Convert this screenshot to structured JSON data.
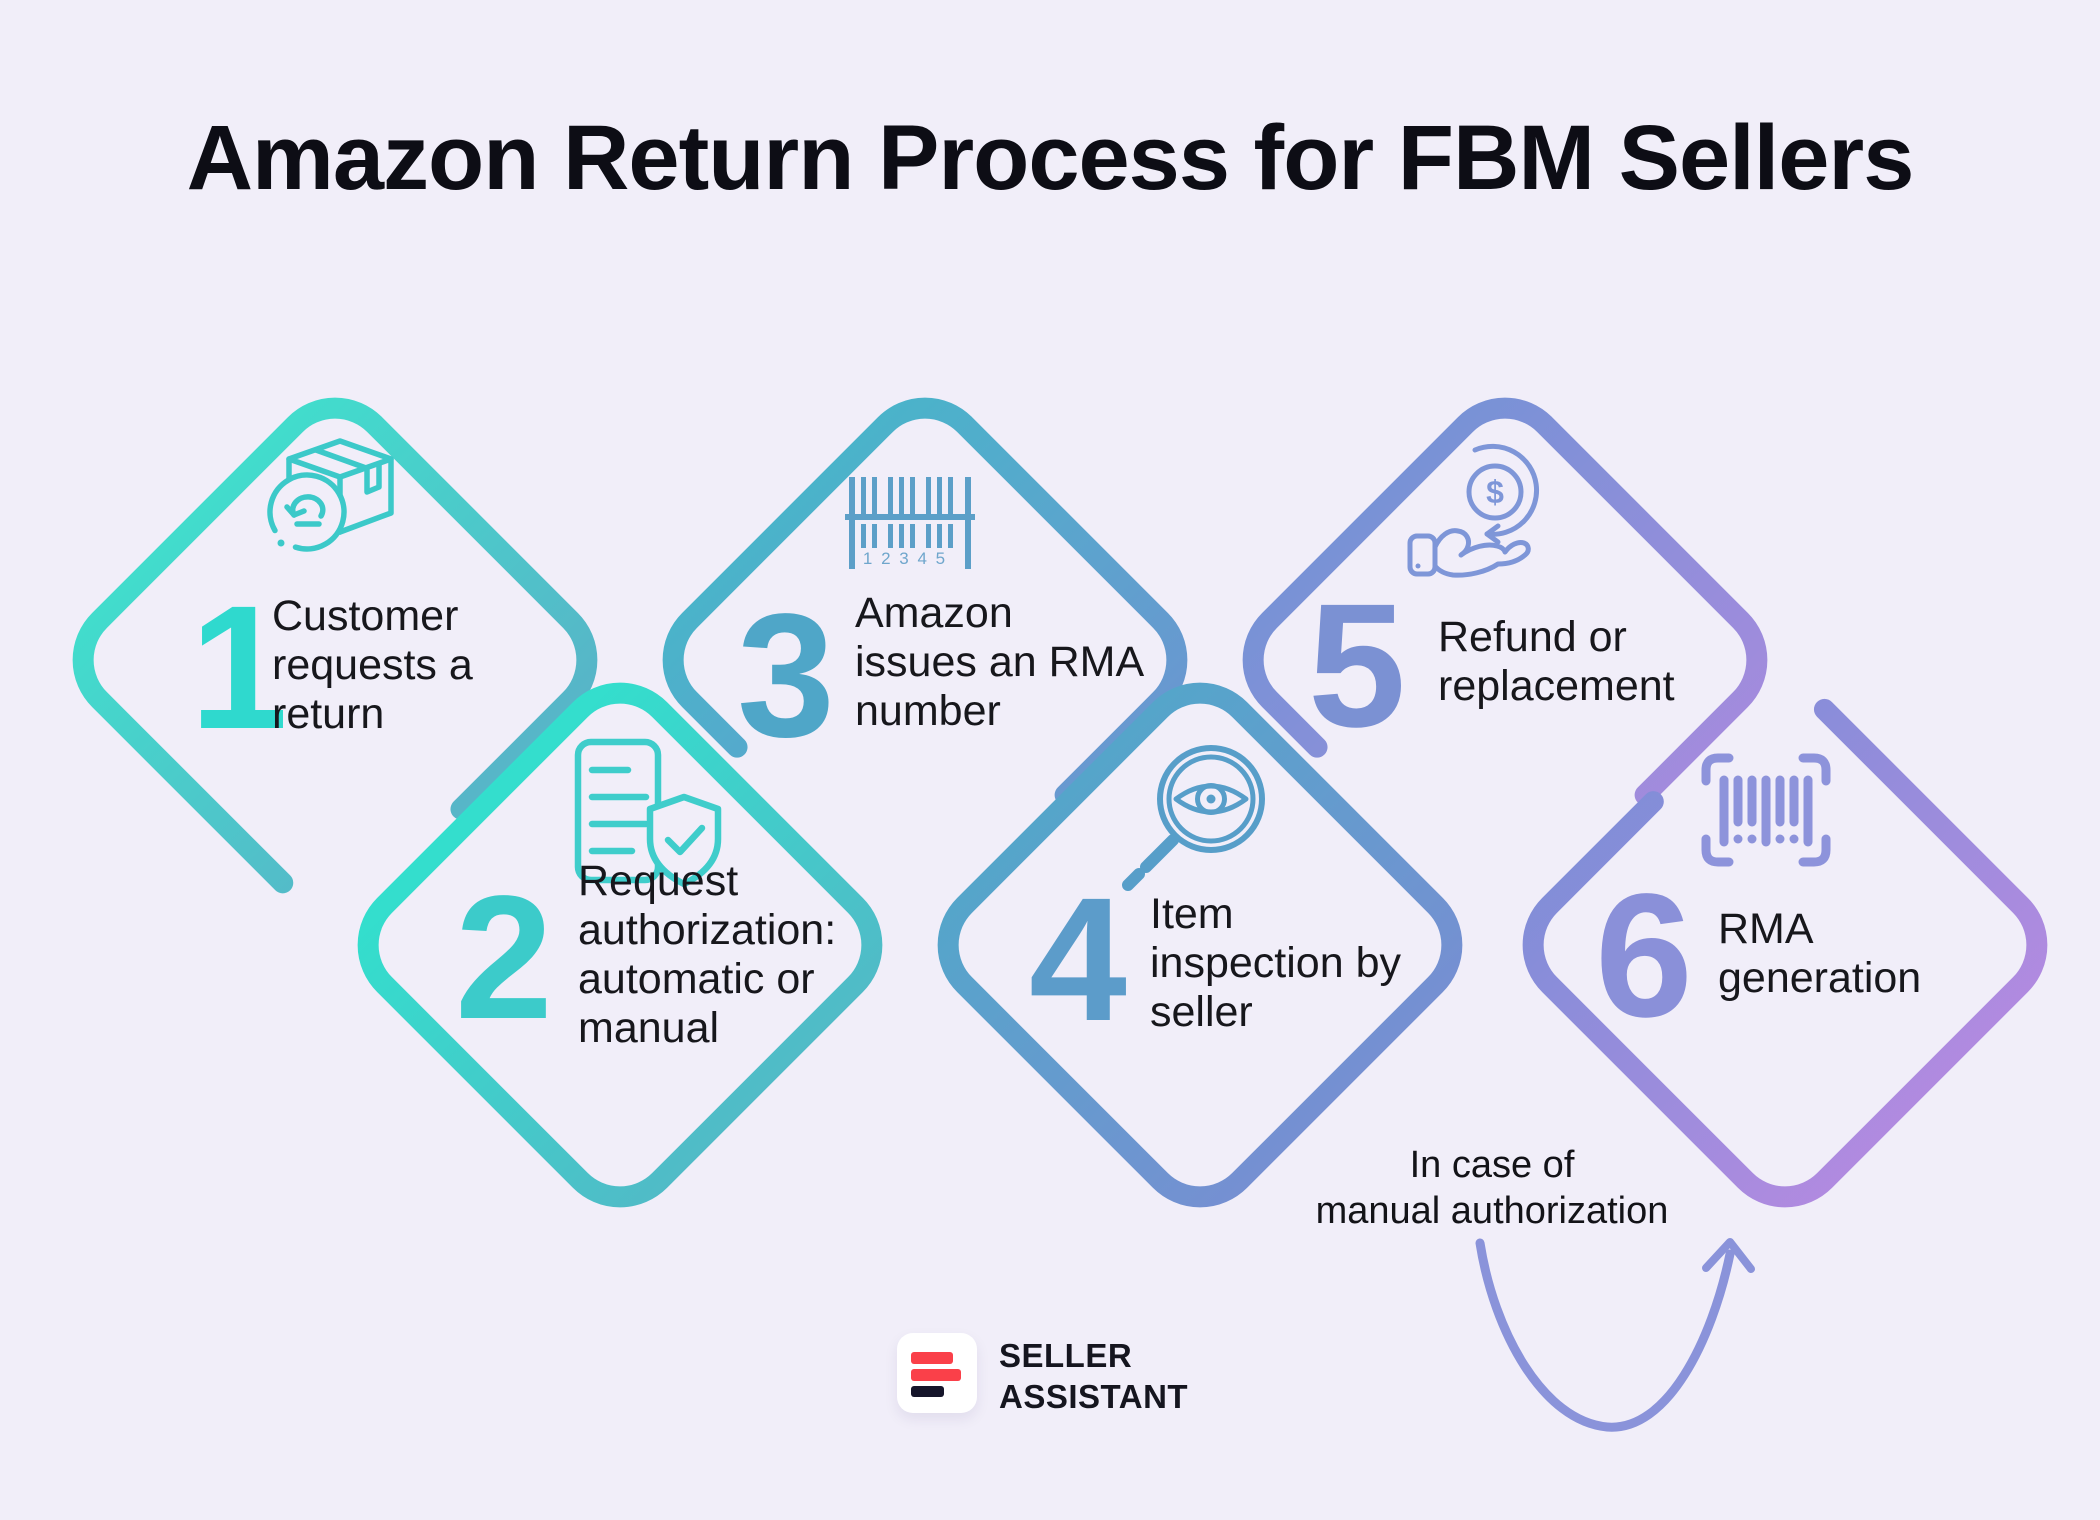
{
  "title": "Amazon Return Process for FBM Sellers",
  "background": "#F1EEF9",
  "text_color": "#17171C",
  "steps": [
    {
      "num": "1",
      "label": "Customer\nrequests a\nreturn",
      "accent": "#2FD9CE",
      "icon": "return-box-icon",
      "icon_color": "#3CC9C9",
      "stroke_from": "#3EE3CD",
      "stroke_to": "#5BAEC7"
    },
    {
      "num": "2",
      "label": "Request\nauthorization:\nautomatic or\nmanual",
      "accent": "#3CCBCA",
      "icon": "document-shield-check-icon",
      "icon_color": "#3FCDCB",
      "stroke_from": "#2EE5CE",
      "stroke_to": "#55B5C6"
    },
    {
      "num": "3",
      "label": "Amazon\nissues an RMA\nnumber",
      "accent": "#4FA6C8",
      "icon": "barcode-icon",
      "icon_color": "#5C9FC8",
      "icon_text": "1 2 3 4 5",
      "stroke_from": "#45B8C9",
      "stroke_to": "#6E93D1"
    },
    {
      "num": "4",
      "label": "Item\ninspection by\nseller",
      "accent": "#5C9CCA",
      "icon": "magnifier-eye-icon",
      "icon_color": "#579EC9",
      "stroke_from": "#4FA9C9",
      "stroke_to": "#7B8CD3"
    },
    {
      "num": "5",
      "label": "Refund or\nreplacement",
      "accent": "#7B91D3",
      "icon": "refund-hand-coin-icon",
      "icon_color": "#7E96D8",
      "coin_symbol": "$",
      "stroke_from": "#7193D5",
      "stroke_to": "#A98ADE"
    },
    {
      "num": "6",
      "label": "RMA\ngeneration",
      "accent": "#8A90D9",
      "icon": "scan-barcode-icon",
      "icon_color": "#8D93DB",
      "stroke_from": "#7B8ED7",
      "stroke_to": "#B88AE1"
    }
  ],
  "annotation": {
    "text": "In case of\nmanual authorization",
    "arrow_color": "#8A93DA"
  },
  "logo": {
    "line1": "SELLER",
    "line2": "ASSISTANT",
    "brand_text": "SELLER\nASSISTANT",
    "bar_color_top": "#FA4049",
    "bar_color_middle": "#FA4049",
    "bar_color_bottom": "#15152A"
  }
}
